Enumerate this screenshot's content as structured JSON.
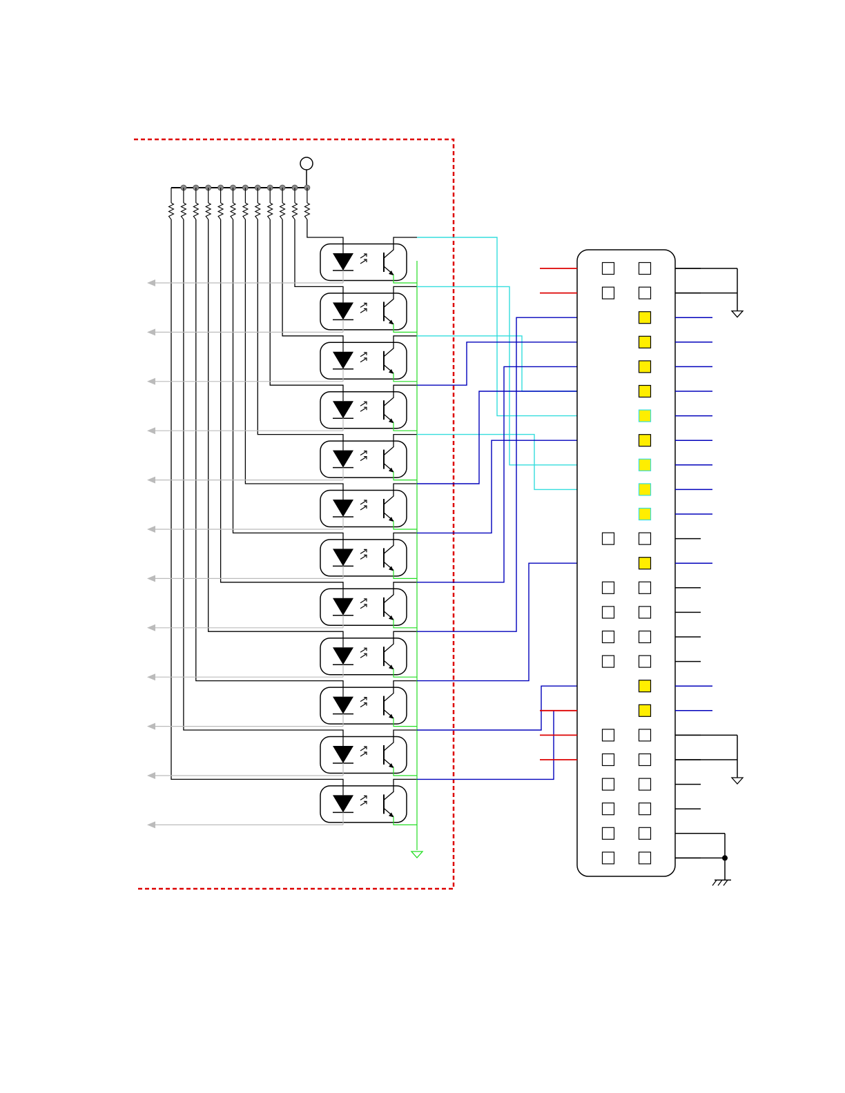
{
  "colors": {
    "background": "#ffffff",
    "wire": "#000000",
    "return": "#bbbbbb",
    "ground_bus": "#22dd22",
    "boundary": "#dd0000",
    "power": "#dd0000",
    "net_cyan": "#33dddd",
    "net_blue": "#0000bb",
    "pad_highlight": "#ffee00",
    "node": "#888888"
  },
  "optocouplers": {
    "count": 12
  },
  "resistors": {
    "count": 12
  },
  "connector": {
    "rows": 25,
    "highlighted_rows": [
      2,
      3,
      4,
      5,
      6,
      7,
      8,
      9,
      10,
      12,
      17,
      18
    ],
    "cyan_rows": [
      6,
      8,
      9,
      10
    ],
    "power_rows": [
      0,
      1,
      18,
      19,
      20
    ],
    "ground_rows": [
      0,
      1,
      19,
      20
    ],
    "earth_rows": [
      23,
      24
    ]
  },
  "routing": {
    "comment_free": true,
    "cyan": [
      [
        0,
        5
      ],
      [
        1,
        7
      ],
      [
        2,
        4
      ],
      [
        4,
        8
      ]
    ],
    "blue": [
      [
        3,
        3
      ],
      [
        5,
        5
      ],
      [
        6,
        7
      ],
      [
        7,
        4
      ],
      [
        8,
        2
      ],
      [
        9,
        11
      ],
      [
        10,
        16
      ],
      [
        11,
        17
      ]
    ]
  }
}
